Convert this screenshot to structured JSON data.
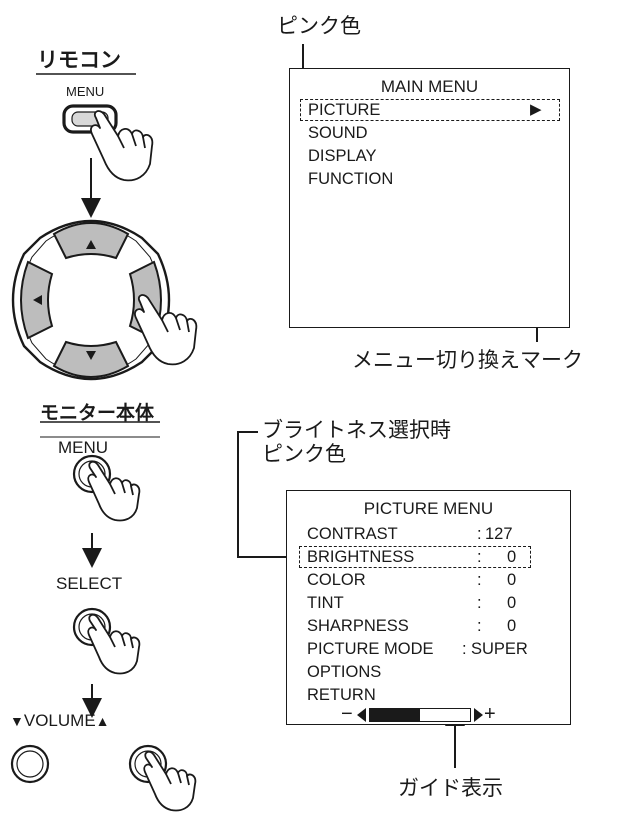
{
  "remote": {
    "title": "リモコン",
    "menu_label": "MENU"
  },
  "monitor": {
    "title": "モニター本体",
    "menu_label": "MENU",
    "select_label": "SELECT",
    "volume_down_symbol": "▼",
    "volume_label": "VOLUME",
    "volume_up_symbol": "▲"
  },
  "annotations": {
    "pink_top": "ピンク色",
    "switch_mark": "メニュー切り換えマーク",
    "brightness_line1": "ブライトネス選択時",
    "brightness_line2": "ピンク色",
    "guide": "ガイド表示"
  },
  "main_menu": {
    "title": "MAIN MENU",
    "items": [
      "PICTURE",
      "SOUND",
      "DISPLAY",
      "FUNCTION"
    ],
    "submenu_marker": "▶"
  },
  "picture_menu": {
    "title": "PICTURE MENU",
    "rows": [
      {
        "label": "CONTRAST",
        "sep": ":",
        "value": "127"
      },
      {
        "label": "BRIGHTNESS",
        "sep": ":",
        "value": "0"
      },
      {
        "label": "COLOR",
        "sep": ":",
        "value": "0"
      },
      {
        "label": "TINT",
        "sep": ":",
        "value": "0"
      },
      {
        "label": "SHARPNESS",
        "sep": ":",
        "value": "0"
      },
      {
        "label": "PICTURE MODE",
        "sep": ":",
        "value": "SUPER"
      },
      {
        "label": "OPTIONS",
        "sep": "",
        "value": ""
      },
      {
        "label": "RETURN",
        "sep": "",
        "value": ""
      }
    ],
    "bar_minus": "−",
    "bar_plus": "+",
    "bar_fill_fraction": 0.5
  }
}
